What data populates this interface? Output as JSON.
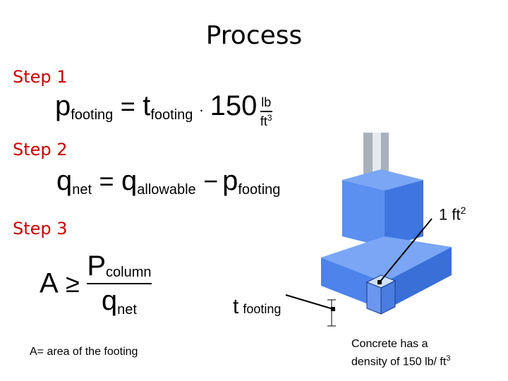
{
  "title": "Process",
  "steps": [
    {
      "label": "Step 1"
    },
    {
      "label": "Step 2"
    },
    {
      "label": "Step 3"
    }
  ],
  "eq1": {
    "lhs": "p",
    "lhs_sub": "footing",
    "op": "=",
    "rhs1": "t",
    "rhs1_sub": "footing",
    "dot": "·",
    "num": "150",
    "unit_num": "lb",
    "unit_den": "ft",
    "unit_den_exp": "3"
  },
  "eq2": {
    "lhs": "q",
    "lhs_sub": "net",
    "op": "=",
    "rhs1": "q",
    "rhs1_sub": "allowable",
    "minus": "−",
    "rhs2": "p",
    "rhs2_sub": "footing"
  },
  "eq3": {
    "lhs": "A",
    "op": "≥",
    "num": "P",
    "num_sub": "column",
    "den": "q",
    "den_sub": "net"
  },
  "labels": {
    "area_label": "1 ft",
    "area_exp": "2",
    "t": "t",
    "t_sub": "footing",
    "area_note": "A= area of the footing",
    "density_note_line1": "Concrete has a",
    "density_note_line2": "density of 150 lb/ ft",
    "density_exp": "3"
  },
  "colors": {
    "step": "#cc0000",
    "concrete": "#5b8ff0",
    "concrete_dark": "#3a6fd8",
    "column": "#9aa3ad"
  }
}
